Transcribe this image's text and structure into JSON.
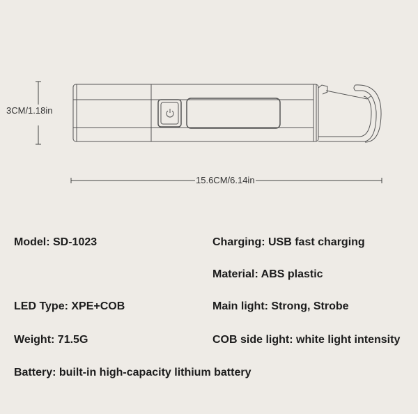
{
  "dimensions": {
    "height": "3CM/1.18in",
    "length": "15.6CM/6.14in"
  },
  "product_icons": {
    "button": "power-icon"
  },
  "specs": {
    "model": "Model: SD-1023",
    "charging": "Charging: USB fast charging",
    "material": "Material: ABS plastic",
    "led_type": "LED Type: XPE+COB",
    "main_light": "Main light: Strong, Strobe",
    "weight": "Weight: 71.5G",
    "cob_side_light": "COB side light: white light intensity",
    "battery": "Battery: built-in high-capacity lithium battery"
  }
}
